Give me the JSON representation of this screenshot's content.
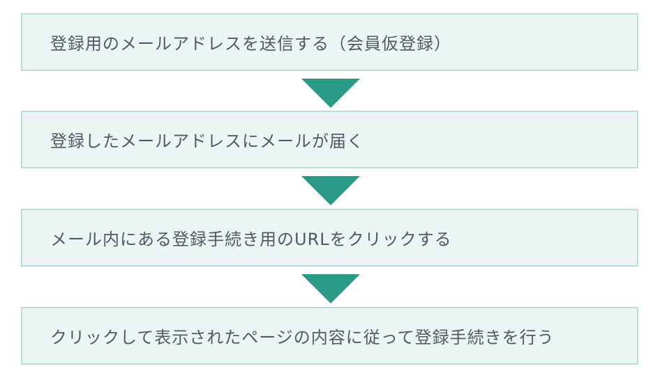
{
  "steps": [
    {
      "text": "登録用のメールアドレスを送信する（会員仮登録）"
    },
    {
      "text": "登録したメールアドレスにメールが届く"
    },
    {
      "text": "メール内にある登録手続き用のURLをクリックする"
    },
    {
      "text": "クリックして表示されたページの内容に従って登録手続きを行う"
    }
  ],
  "colors": {
    "box_fill": "#ecf5f4",
    "box_border": "#b9ddd8",
    "arrow": "#2a9a86",
    "text": "#4f5a64"
  }
}
